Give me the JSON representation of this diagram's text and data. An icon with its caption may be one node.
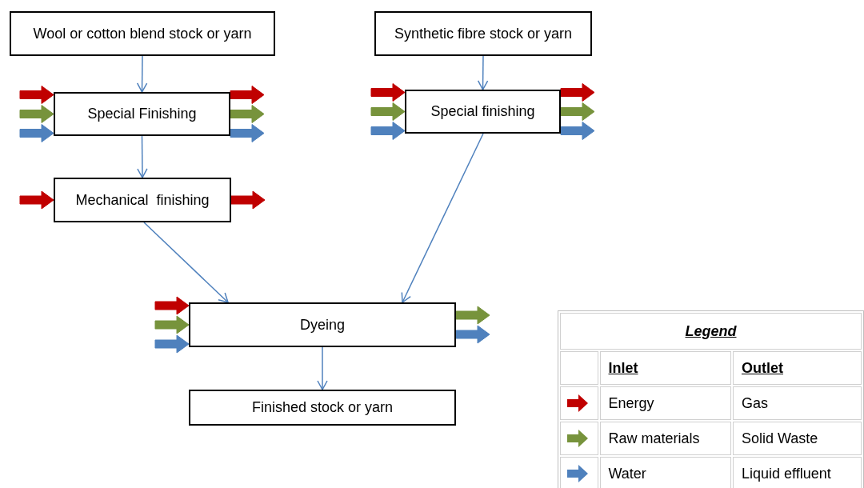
{
  "diagram": {
    "nodes": [
      {
        "text": [
          "Wool or cotton blend stock or yarn"
        ]
      },
      {
        "text": [
          "Synthetic fibre stock or yarn"
        ]
      },
      {
        "text": [
          "Special Finishing"
        ]
      },
      {
        "text": [
          "Special finishing"
        ]
      },
      {
        "text": [
          "Mechanical  finishing"
        ]
      },
      {
        "text": [
          "Dyeing"
        ]
      },
      {
        "text": [
          "Finished stock or yarn"
        ]
      }
    ],
    "edges": [
      {
        "from": 0,
        "to": 2,
        "arrow": "to"
      },
      {
        "from": 1,
        "to": 3,
        "arrow": "to"
      },
      {
        "from": null,
        "to": 2,
        "arrow": "to",
        "style": "thick",
        "color": "#c00000"
      },
      {
        "from": null,
        "to": 2,
        "arrow": "to",
        "style": "thick",
        "color": "#77933c"
      },
      {
        "from": null,
        "to": 2,
        "arrow": "to",
        "style": "thick",
        "color": "#4f81bd"
      },
      {
        "from": 2,
        "to": null,
        "arrow": "to",
        "style": "thick",
        "color": "#c00000"
      },
      {
        "from": 2,
        "to": null,
        "arrow": "to",
        "style": "thick",
        "color": "#77933c"
      },
      {
        "from": 2,
        "to": null,
        "arrow": "to",
        "style": "thick",
        "color": "#4f81bd"
      },
      {
        "from": null,
        "to": 3,
        "arrow": "to",
        "style": "thick",
        "color": "#c00000"
      },
      {
        "from": null,
        "to": 3,
        "arrow": "to",
        "style": "thick",
        "color": "#77933c"
      },
      {
        "from": null,
        "to": 3,
        "arrow": "to",
        "style": "thick",
        "color": "#4f81bd"
      },
      {
        "from": 3,
        "to": null,
        "arrow": "to",
        "style": "thick",
        "color": "#c00000"
      },
      {
        "from": 3,
        "to": null,
        "arrow": "to",
        "style": "thick",
        "color": "#77933c"
      },
      {
        "from": 3,
        "to": null,
        "arrow": "to",
        "style": "thick",
        "color": "#4f81bd"
      },
      {
        "from": 2,
        "to": 4,
        "arrow": "to"
      },
      {
        "from": null,
        "to": 4,
        "arrow": "to",
        "style": "thick",
        "color": "#c00000"
      },
      {
        "from": 4,
        "to": null,
        "arrow": "to",
        "style": "thick",
        "color": "#c00000"
      },
      {
        "from": 4,
        "to": 5,
        "arrow": "to"
      },
      {
        "from": 3,
        "to": 5,
        "arrow": "to"
      },
      {
        "from": null,
        "to": 5,
        "arrow": "to",
        "style": "thick",
        "color": "#c00000"
      },
      {
        "from": null,
        "to": 5,
        "arrow": "to",
        "style": "thick",
        "color": "#77933c"
      },
      {
        "from": null,
        "to": 5,
        "arrow": "to",
        "style": "thick",
        "color": "#4f81bd"
      },
      {
        "from": 5,
        "to": null,
        "arrow": "to",
        "style": "thick",
        "color": "#77933c"
      },
      {
        "from": 5,
        "to": null,
        "arrow": "to",
        "style": "thick",
        "color": "#4f81bd"
      },
      {
        "from": 5,
        "to": 6,
        "arrow": "to"
      }
    ],
    "labels": [
      "Legend",
      "Inlet",
      "Outlet",
      "Gas",
      "Solid Waste",
      "Liquid effluent"
    ],
    "legend": [
      {
        "text": "Energy",
        "color": "#c00000"
      },
      {
        "text": "Raw materials",
        "color": "#77933c"
      },
      {
        "text": "Water",
        "color": "#4f81bd"
      }
    ]
  }
}
